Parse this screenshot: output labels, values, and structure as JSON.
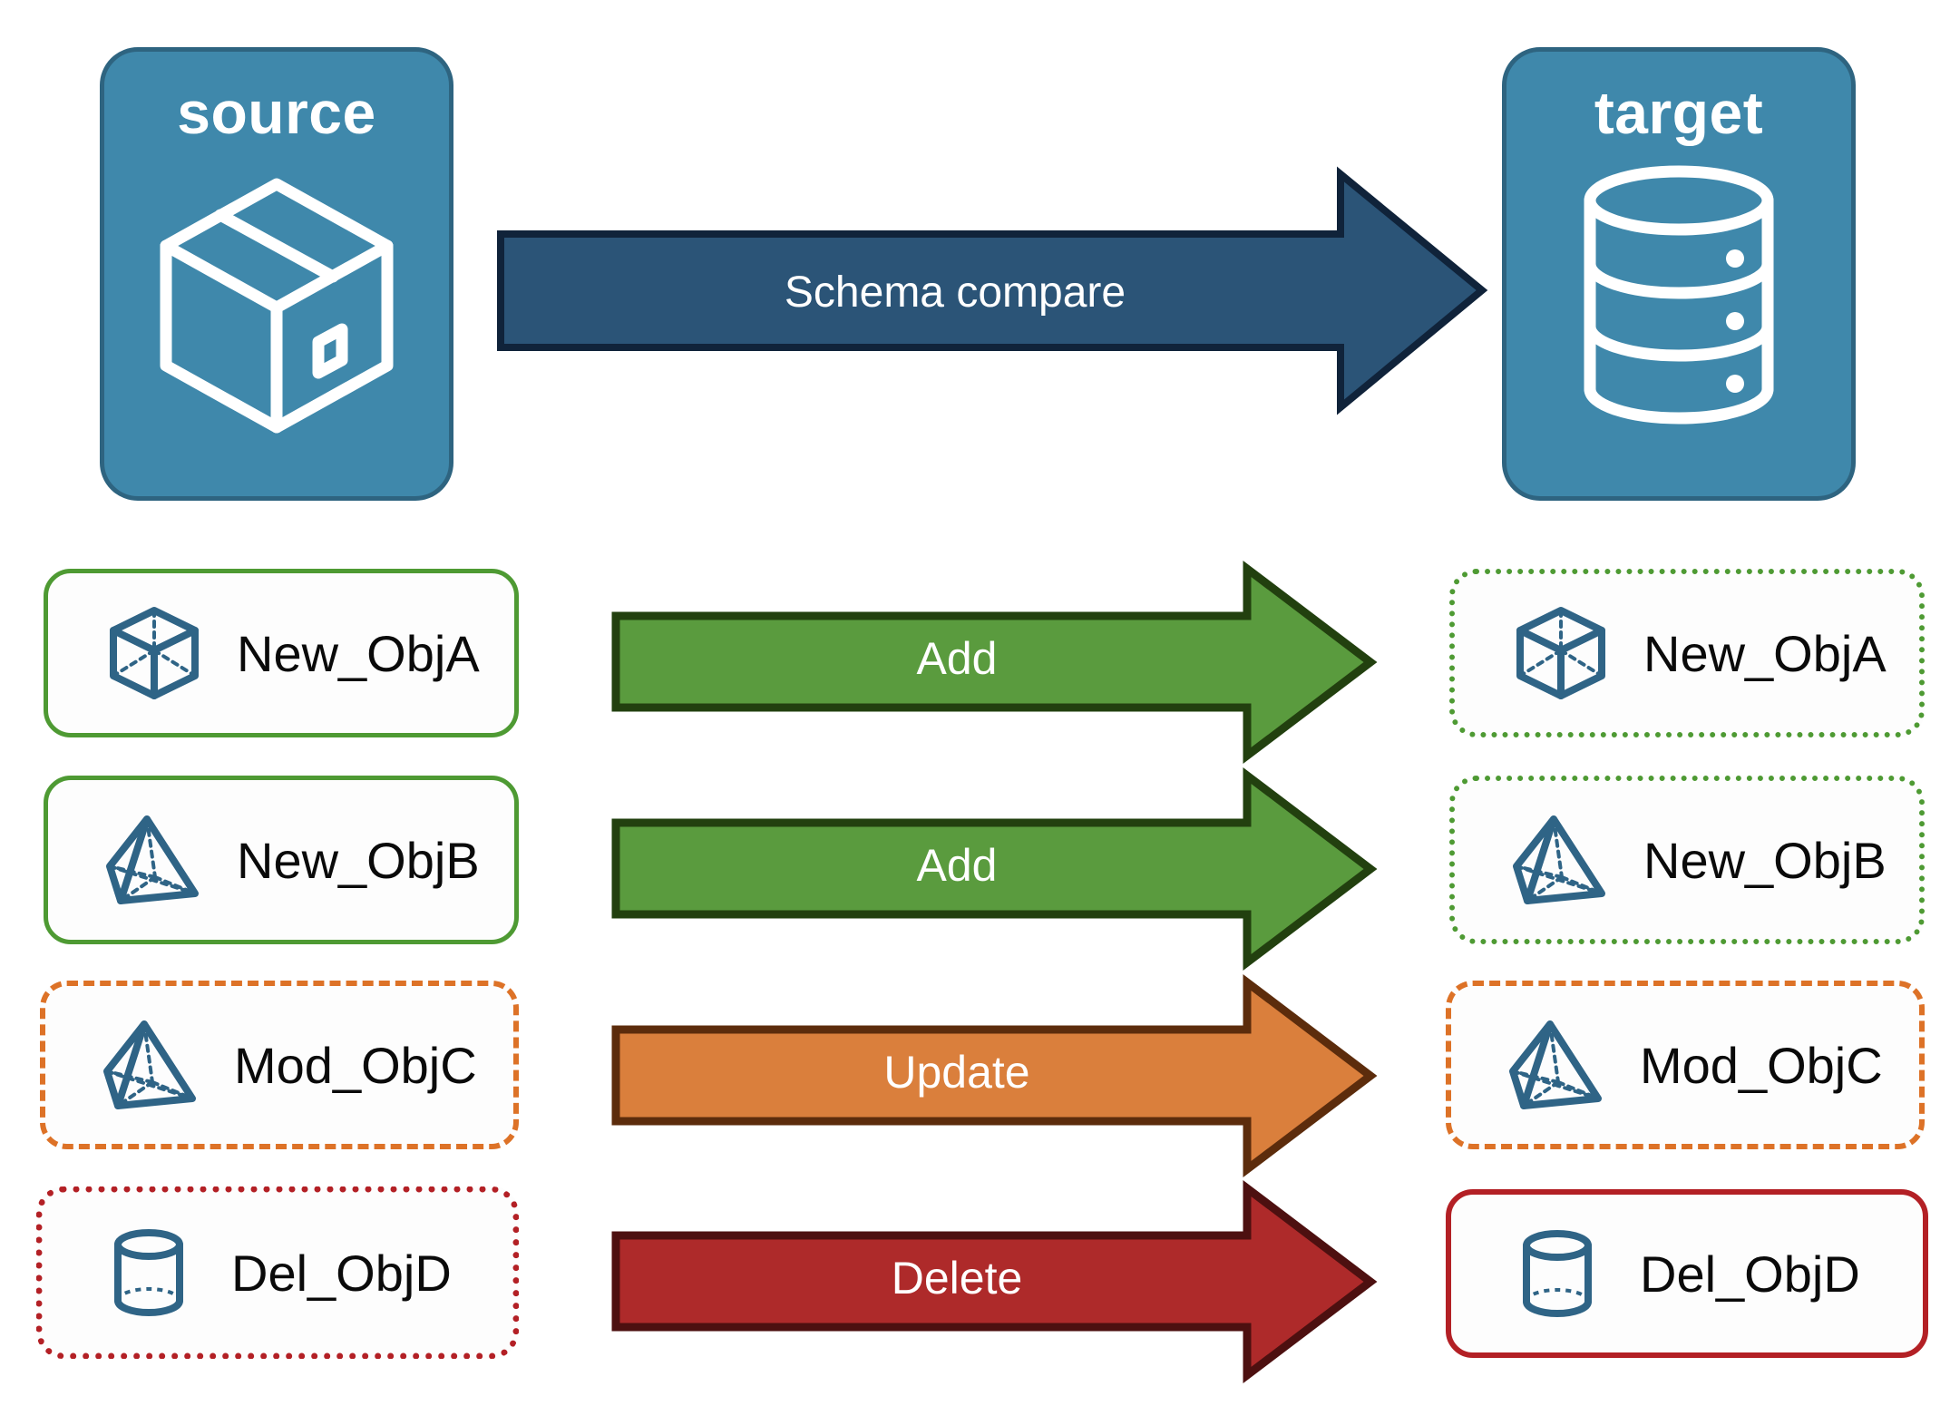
{
  "endpoints": {
    "source": {
      "title": "source",
      "icon": "package-box-icon",
      "fill": "#3f88ab",
      "stroke": "#2e6480"
    },
    "target": {
      "title": "target",
      "icon": "database-cylinder-icon",
      "fill": "#3f88ab",
      "stroke": "#2e6480"
    }
  },
  "main_arrow": {
    "label": "Schema compare",
    "fill": "#2b5477",
    "stroke": "#10233a",
    "direction": "right"
  },
  "rows": [
    {
      "action": "Add",
      "arrow_fill": "#5a9b3e",
      "arrow_stroke": "#22400f",
      "source": {
        "label": "New_ObjA",
        "icon": "cube-3d-icon",
        "border_style": "solid",
        "border_color": "#4e9a33"
      },
      "target": {
        "label": "New_ObjA",
        "icon": "cube-3d-icon",
        "border_style": "dotted",
        "border_color": "#4e9a33"
      }
    },
    {
      "action": "Add",
      "arrow_fill": "#5a9b3e",
      "arrow_stroke": "#22400f",
      "source": {
        "label": "New_ObjB",
        "icon": "pyramid-3d-icon",
        "border_style": "solid",
        "border_color": "#4e9a33"
      },
      "target": {
        "label": "New_ObjB",
        "icon": "pyramid-3d-icon",
        "border_style": "dotted",
        "border_color": "#4e9a33"
      }
    },
    {
      "action": "Update",
      "arrow_fill": "#da7f3c",
      "arrow_stroke": "#5c2c0c",
      "source": {
        "label": "Mod_ObjC",
        "icon": "pyramid-3d-icon",
        "border_style": "dashed",
        "border_color": "#dd7227"
      },
      "target": {
        "label": "Mod_ObjC",
        "icon": "pyramid-3d-icon",
        "border_style": "dashed",
        "border_color": "#dd7227"
      }
    },
    {
      "action": "Delete",
      "arrow_fill": "#ae2a2a",
      "arrow_stroke": "#4d1010",
      "source": {
        "label": "Del_ObjD",
        "icon": "cylinder-3d-icon",
        "border_style": "dotted",
        "border_color": "#b32025"
      },
      "target": {
        "label": "Del_ObjD",
        "icon": "cylinder-3d-icon",
        "border_style": "solid",
        "border_color": "#b32025"
      }
    }
  ],
  "palette": {
    "object_icon_color": "#2f6486",
    "page_background": "#ffffff",
    "box_background": "#fdfdfd"
  }
}
